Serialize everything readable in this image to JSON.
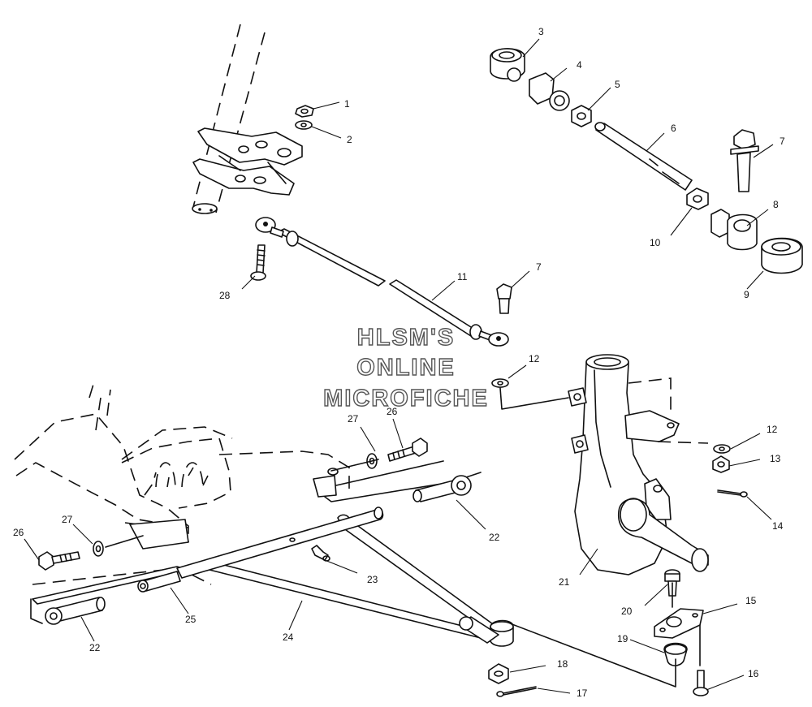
{
  "watermark": {
    "line1": "HLSM'S",
    "line2": "ONLINE",
    "line3": "MICROFICHE"
  },
  "callouts": {
    "c1": "1",
    "c2": "2",
    "c3": "3",
    "c4": "4",
    "c5": "5",
    "c6": "6",
    "c7a": "7",
    "c7b": "7",
    "c8": "8",
    "c9": "9",
    "c10": "10",
    "c11": "11",
    "c12a": "12",
    "c12b": "12",
    "c13": "13",
    "c14": "14",
    "c15": "15",
    "c16": "16",
    "c17": "17",
    "c18": "18",
    "c19": "19",
    "c20": "20",
    "c21": "21",
    "c22a": "22",
    "c22b": "22",
    "c23": "23",
    "c24": "24",
    "c25": "25",
    "c26a": "26",
    "c26b": "26",
    "c27a": "27",
    "c27b": "27",
    "c28": "28"
  }
}
